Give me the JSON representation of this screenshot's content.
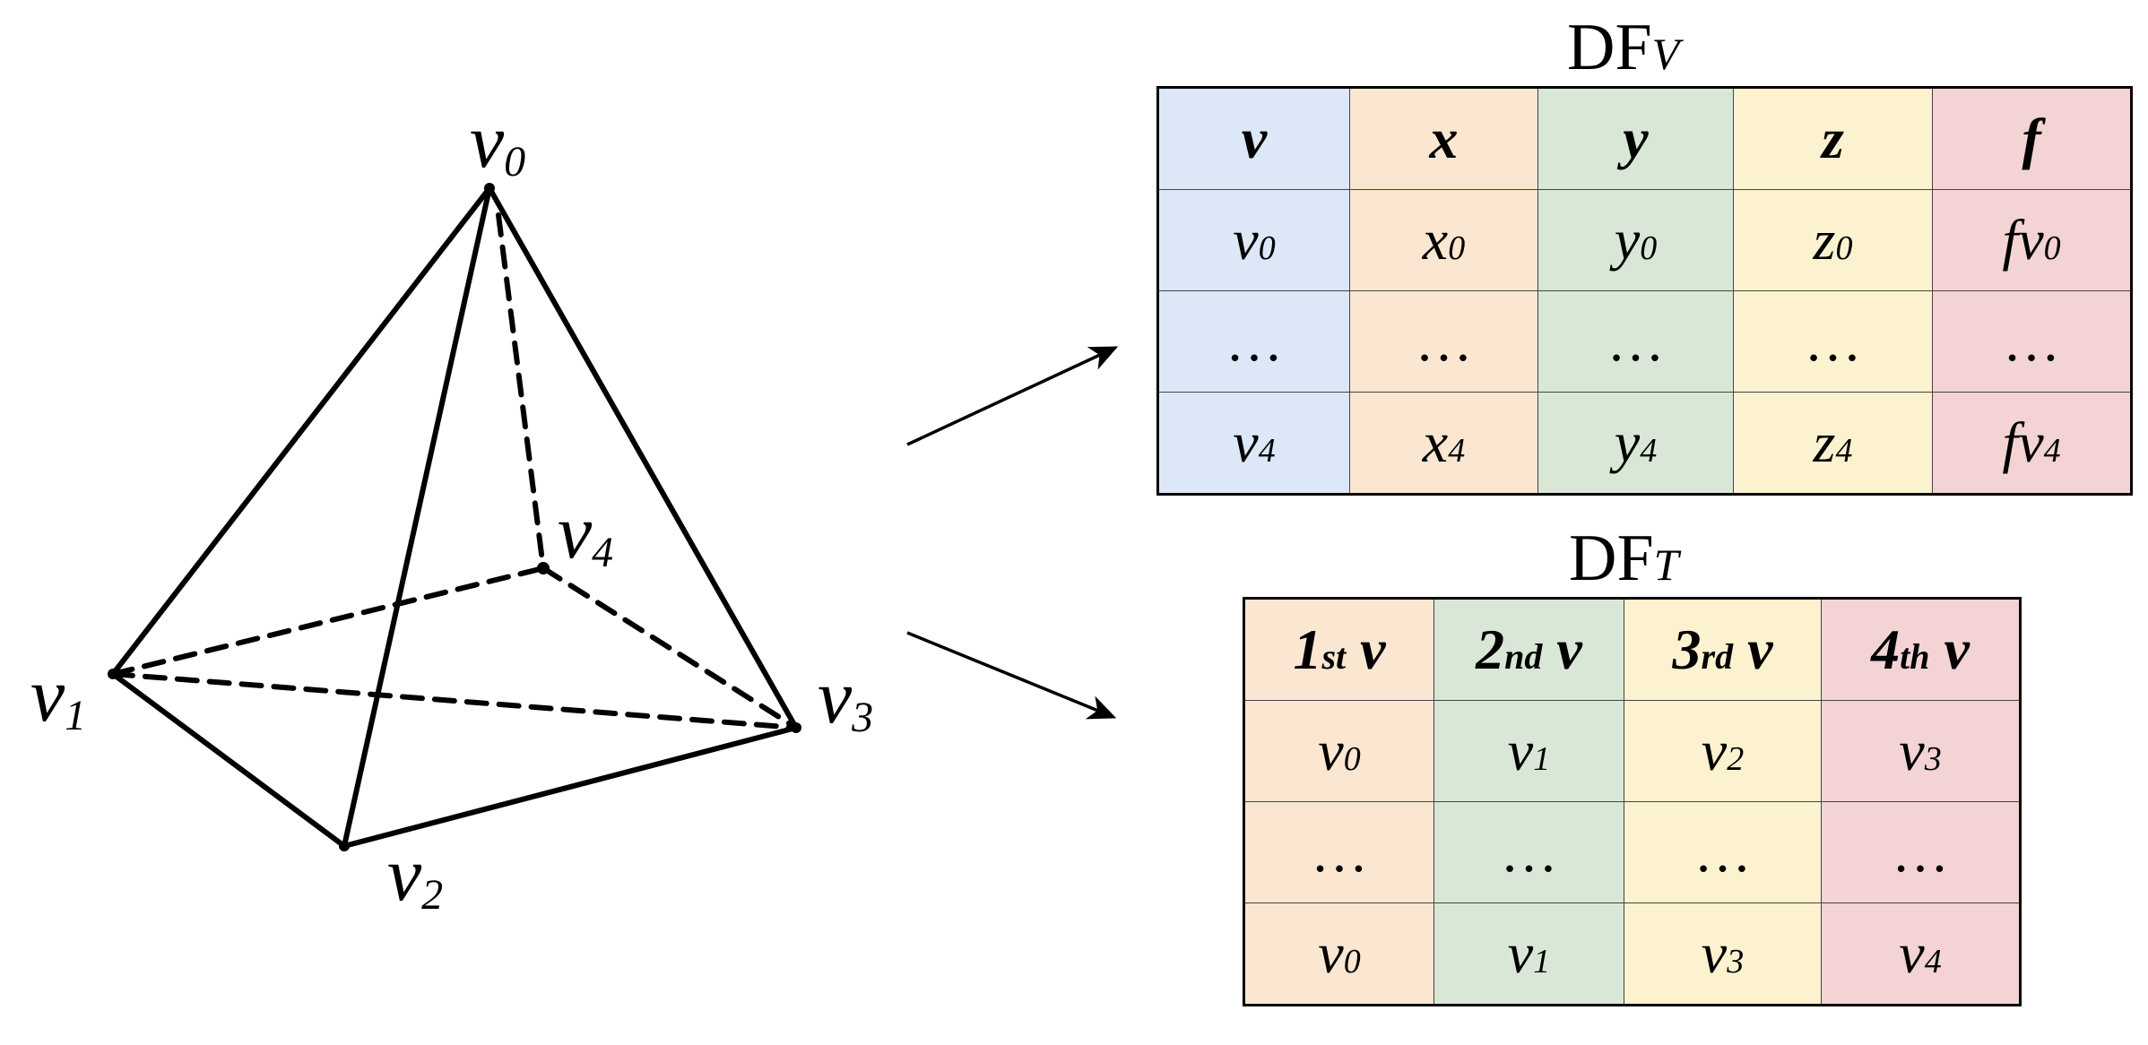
{
  "vertices": {
    "v0": {
      "base": "v",
      "sub": "0"
    },
    "v1": {
      "base": "v",
      "sub": "1"
    },
    "v2": {
      "base": "v",
      "sub": "2"
    },
    "v3": {
      "base": "v",
      "sub": "3"
    },
    "v4": {
      "base": "v",
      "sub": "4"
    }
  },
  "colors": {
    "blue": "#dce8f8",
    "orange": "#fbe6d1",
    "green": "#d9e8d6",
    "yellow": "#fdf2cf",
    "red": "#f3d3d3",
    "line": "#000000"
  },
  "df_v": {
    "title_base": "DF",
    "title_sub": "V",
    "header": [
      {
        "base": "v",
        "sub": ""
      },
      {
        "base": "x",
        "sub": ""
      },
      {
        "base": "y",
        "sub": ""
      },
      {
        "base": "z",
        "sub": ""
      },
      {
        "base": "f",
        "sub": ""
      }
    ],
    "rows": [
      [
        {
          "base": "v",
          "sub": "0"
        },
        {
          "base": "x",
          "sub": "0"
        },
        {
          "base": "y",
          "sub": "0"
        },
        {
          "base": "z",
          "sub": "0"
        },
        {
          "base": "fv",
          "sub": "0"
        }
      ],
      [
        {
          "base": "…",
          "sub": ""
        },
        {
          "base": "…",
          "sub": ""
        },
        {
          "base": "…",
          "sub": ""
        },
        {
          "base": "…",
          "sub": ""
        },
        {
          "base": "…",
          "sub": ""
        }
      ],
      [
        {
          "base": "v",
          "sub": "4"
        },
        {
          "base": "x",
          "sub": "4"
        },
        {
          "base": "y",
          "sub": "4"
        },
        {
          "base": "z",
          "sub": "4"
        },
        {
          "base": "fv",
          "sub": "4"
        }
      ]
    ]
  },
  "df_t": {
    "title_base": "DF",
    "title_sub": "T",
    "header": [
      {
        "pre": "1",
        "sub": "st",
        "post": " v"
      },
      {
        "pre": "2",
        "sub": "nd",
        "post": " v"
      },
      {
        "pre": "3",
        "sub": "rd",
        "post": " v"
      },
      {
        "pre": "4",
        "sub": "th",
        "post": " v"
      }
    ],
    "rows": [
      [
        {
          "base": "v",
          "sub": "0"
        },
        {
          "base": "v",
          "sub": "1"
        },
        {
          "base": "v",
          "sub": "2"
        },
        {
          "base": "v",
          "sub": "3"
        }
      ],
      [
        {
          "base": "…",
          "sub": ""
        },
        {
          "base": "…",
          "sub": ""
        },
        {
          "base": "…",
          "sub": ""
        },
        {
          "base": "…",
          "sub": ""
        }
      ],
      [
        {
          "base": "v",
          "sub": "0"
        },
        {
          "base": "v",
          "sub": "1"
        },
        {
          "base": "v",
          "sub": "3"
        },
        {
          "base": "v",
          "sub": "4"
        }
      ]
    ]
  }
}
